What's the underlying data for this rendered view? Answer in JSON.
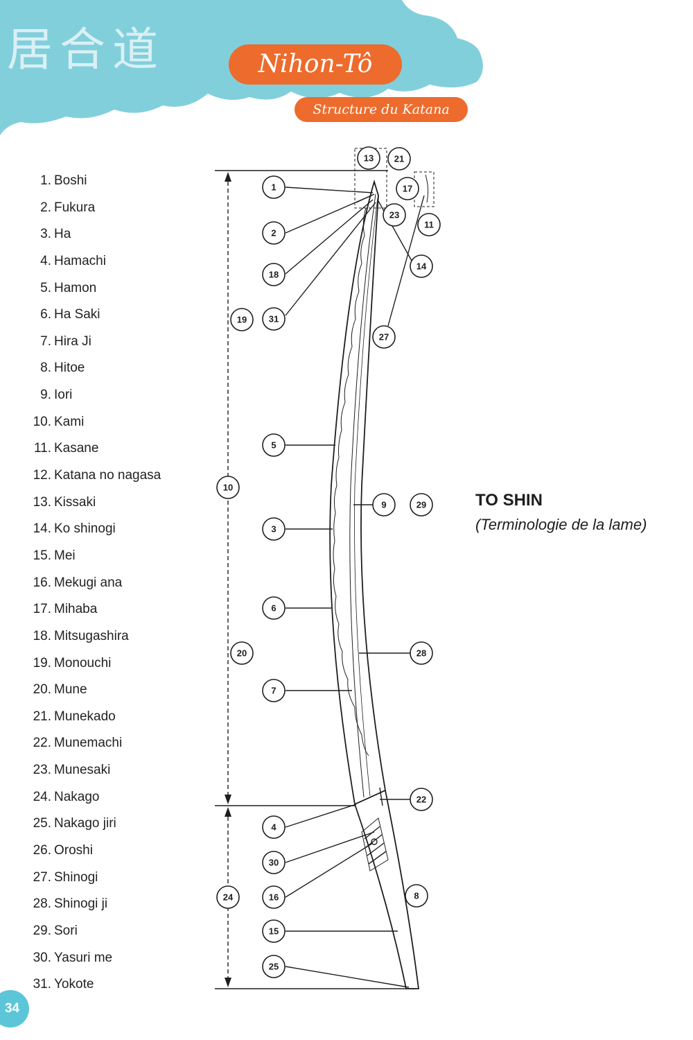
{
  "header": {
    "kanji": "居合道",
    "title": "Nihon-Tô",
    "subtitle": "Structure du Katana"
  },
  "terms": [
    "1. Boshi",
    "2. Fukura",
    "3. Ha",
    "4. Hamachi",
    "5. Hamon",
    "6. Ha Saki",
    "7. Hira Ji",
    "8. Hitoe",
    "9. Iori",
    "10. Kami",
    "11. Kasane",
    "12. Katana no nagasa",
    "13. Kissaki",
    "14. Ko shinogi",
    "15. Mei",
    "16. Mekugi ana",
    "17. Mihaba",
    "18. Mitsugashira",
    "19. Monouchi",
    "20. Mune",
    "21. Munekado",
    "22. Munemachi",
    "23. Munesaki",
    "24. Nakago",
    "25. Nakago jiri",
    "26. Oroshi",
    "27. Shinogi",
    "28. Shinogi ji",
    "29. Sori",
    "30. Yasuri me",
    "31. Yokote"
  ],
  "callouts": [
    "13",
    "21",
    "17",
    "1",
    "23",
    "11",
    "2",
    "14",
    "18",
    "19",
    "31",
    "27",
    "5",
    "10",
    "9",
    "29",
    "3",
    "6",
    "20",
    "28",
    "7",
    "22",
    "4",
    "30",
    "16",
    "24",
    "8",
    "15",
    "25"
  ],
  "section": {
    "title": "TO SHIN",
    "subtitle": "(Terminologie de la lame)"
  },
  "page_number": "34",
  "colors": {
    "sky": "#82cfdc",
    "accent": "#ed6b2c",
    "badge": "#5cc6d8"
  }
}
